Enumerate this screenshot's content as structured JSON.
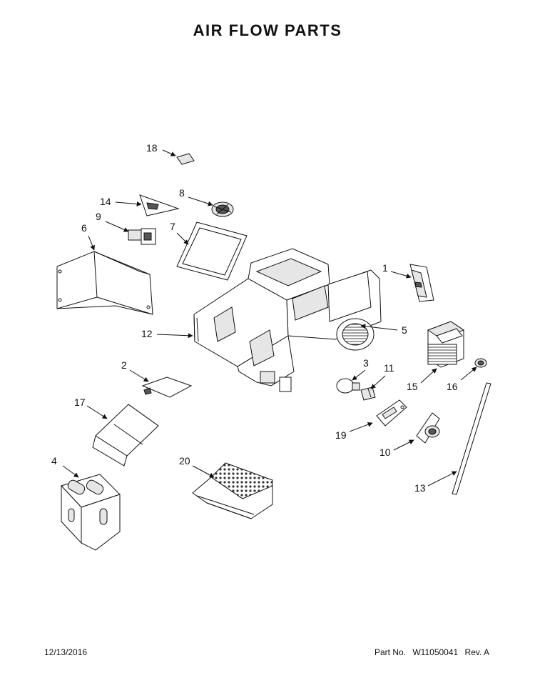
{
  "page": {
    "title": "AIR FLOW PARTS",
    "date": "12/13/2016",
    "part_no_label": "Part No.",
    "part_no": "W11050041",
    "revision": "Rev. A"
  },
  "callouts": {
    "c1": "1",
    "c2": "2",
    "c3": "3",
    "c4": "4",
    "c5": "5",
    "c6": "6",
    "c7": "7",
    "c8": "8",
    "c9": "9",
    "c10": "10",
    "c11": "11",
    "c12": "12",
    "c13": "13",
    "c14": "14",
    "c15": "15",
    "c16": "16",
    "c17": "17",
    "c18": "18",
    "c19": "19",
    "c20": "20"
  }
}
